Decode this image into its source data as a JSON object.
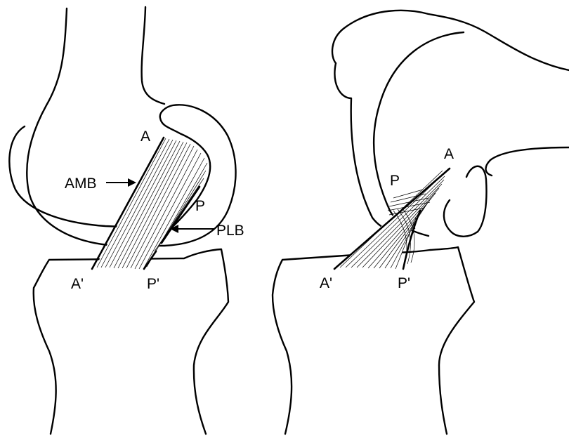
{
  "labels": {
    "left": {
      "a": "A",
      "p": "P",
      "a_prime": "A'",
      "p_prime": "P'",
      "amb": "AMB",
      "plb": "PLB"
    },
    "right": {
      "a": "A",
      "p": "P",
      "a_prime": "A'",
      "p_prime": "P'"
    }
  }
}
